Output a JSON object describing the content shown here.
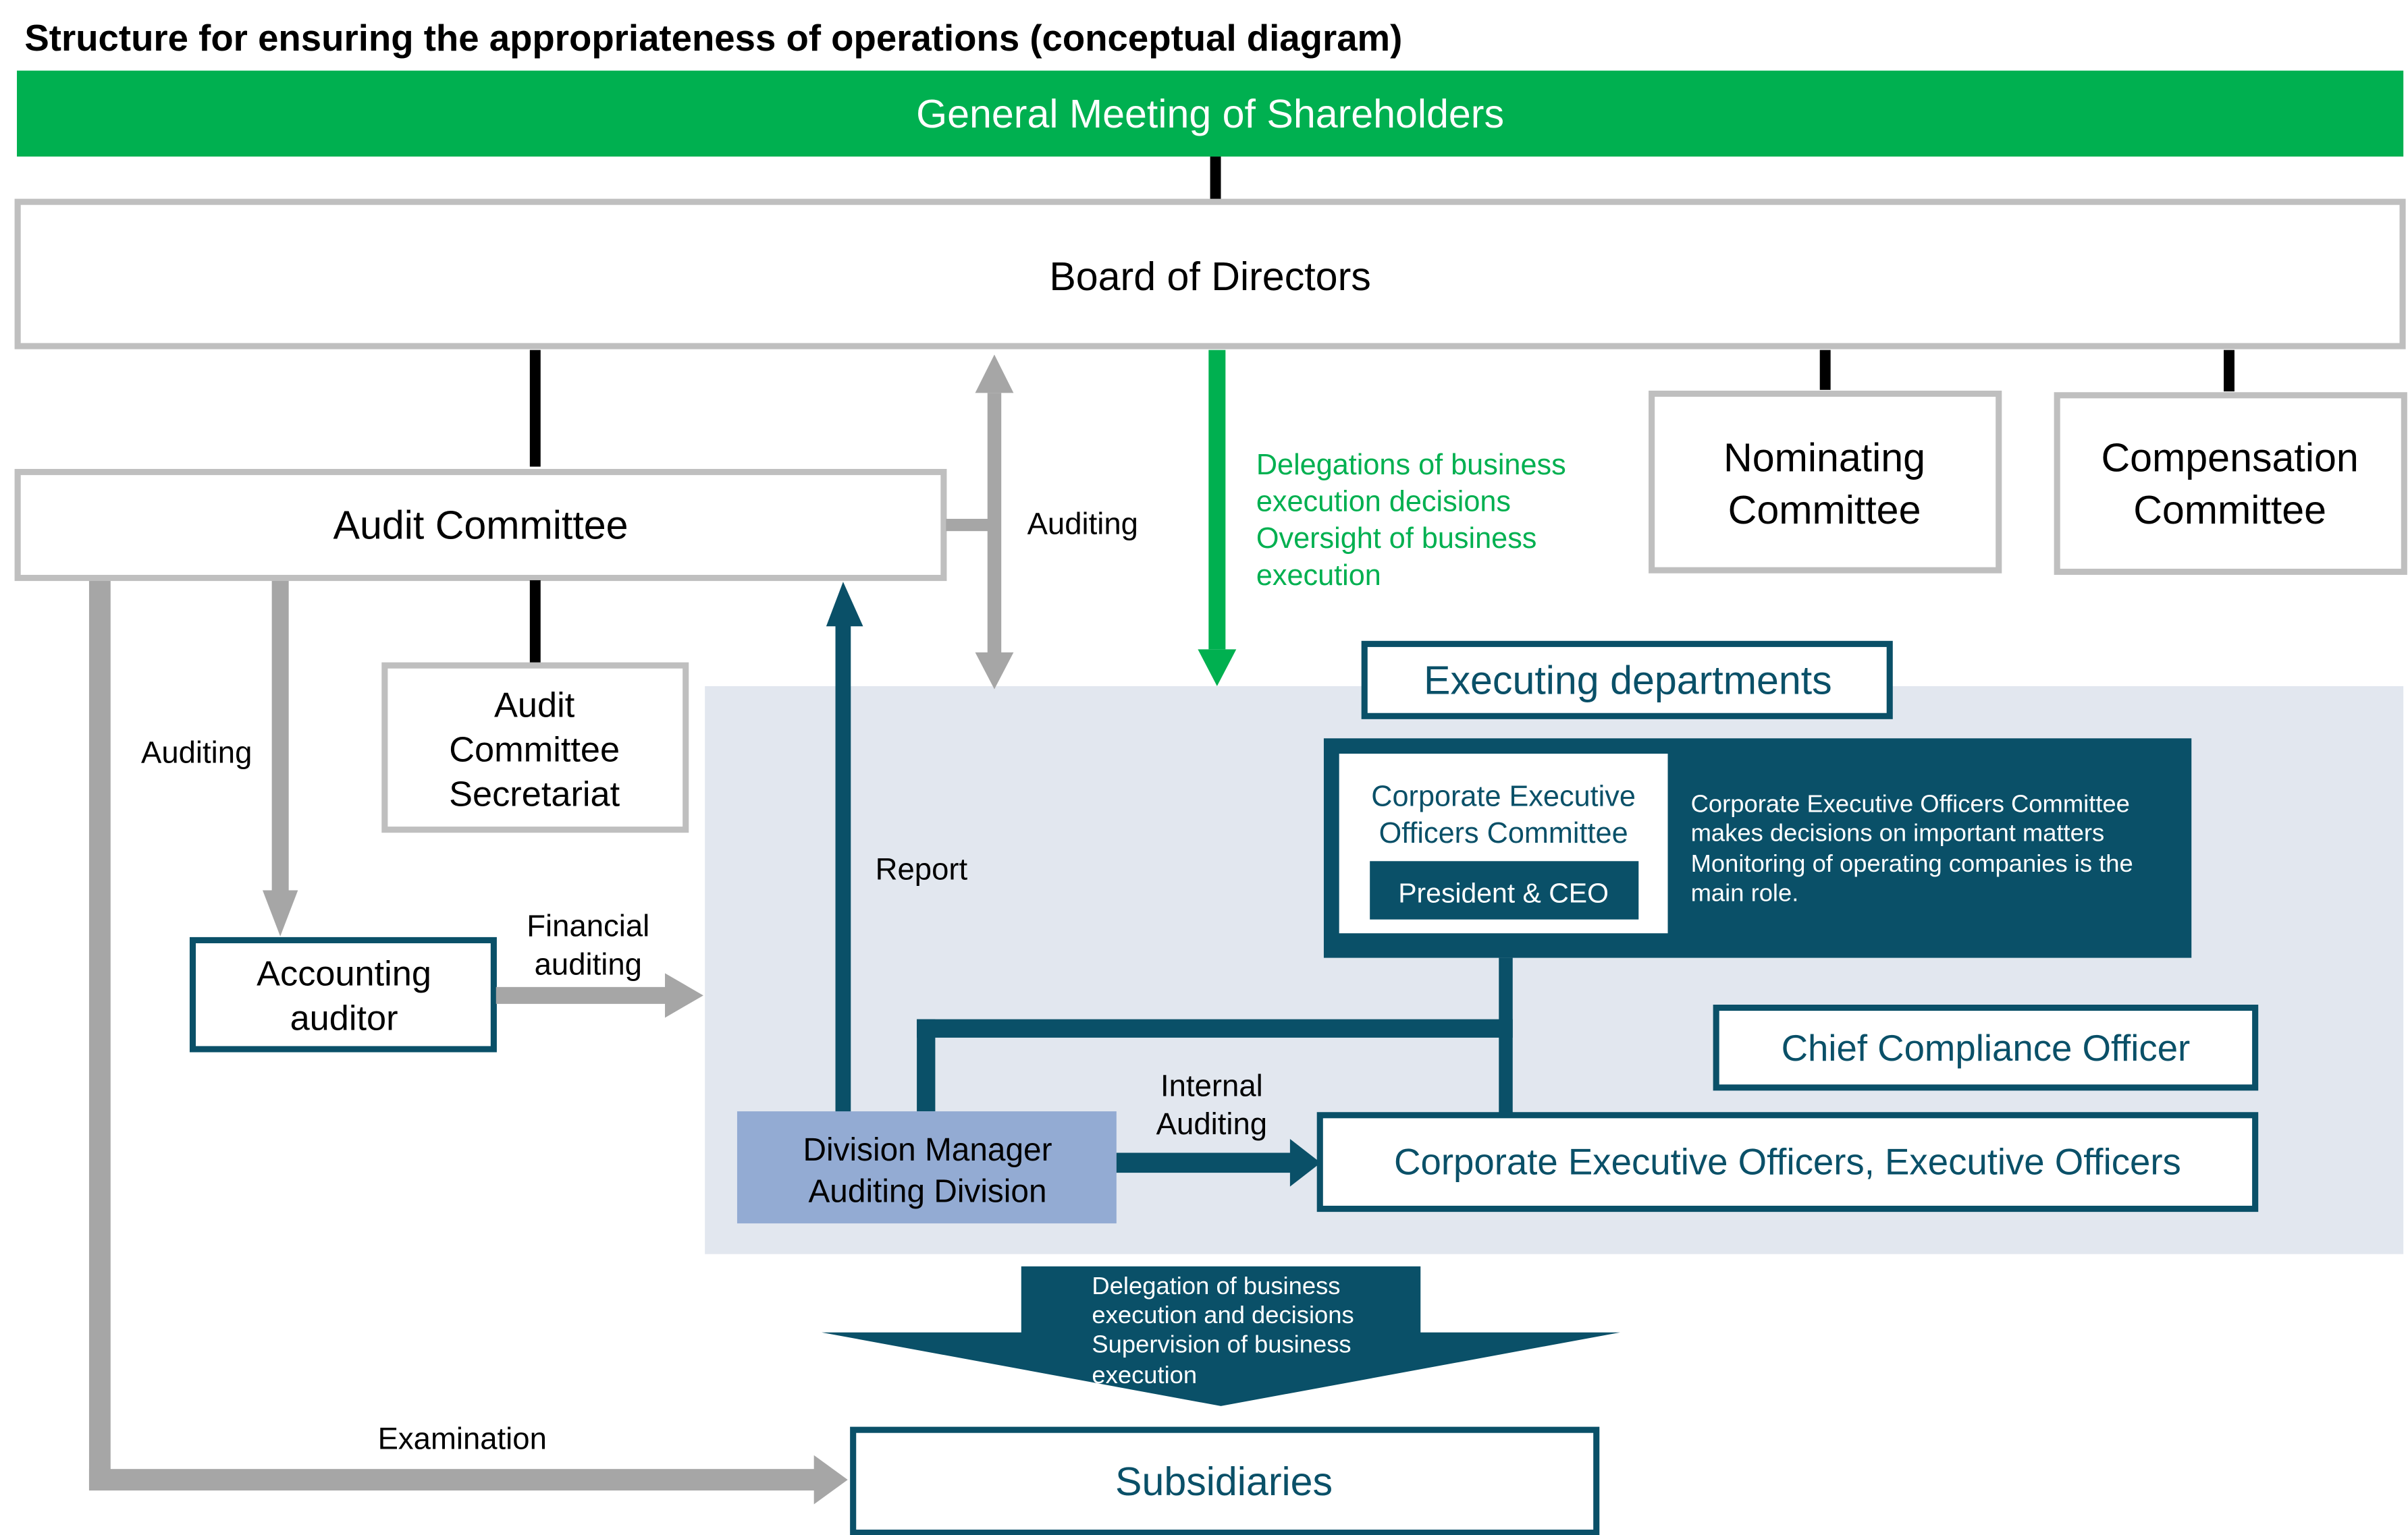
{
  "title": "Structure for ensuring the appropriateness of operations (conceptual diagram)",
  "colors": {
    "green": "#00b050",
    "teal": "#0a5068",
    "gray_border": "#bfbfbf",
    "gray_arrow": "#a6a6a6",
    "exec_bg": "#e2e7ef",
    "auditing_division": "#93abd3",
    "black": "#000000"
  },
  "nodes": {
    "shareholders": "General Meeting of Shareholders",
    "board": "Board of Directors",
    "audit_committee": "Audit Committee",
    "audit_secretariat": [
      "Audit",
      "Committee",
      "Secretariat"
    ],
    "nominating": [
      "Nominating",
      "Committee"
    ],
    "compensation": [
      "Compensation",
      "Committee"
    ],
    "accounting_auditor": [
      "Accounting",
      "auditor"
    ],
    "executing_departments": "Executing departments",
    "ceo_committee": [
      "Corporate Executive",
      "Officers Committee"
    ],
    "president": "President & CEO",
    "ceo_committee_desc": [
      "Corporate Executive Officers Committee",
      "makes decisions on important matters",
      "Monitoring of operating companies is the",
      "main role."
    ],
    "chief_compliance": "Chief Compliance Officer",
    "division_manager": [
      "Division Manager",
      "Auditing Division"
    ],
    "officers": "Corporate Executive Officers, Executive Officers",
    "subsidiaries": "Subsidiaries"
  },
  "edge_labels": {
    "board_delegation": [
      "Delegations of business",
      "execution decisions",
      "Oversight of business",
      "execution"
    ],
    "auditing_board": "Auditing",
    "auditing_left": "Auditing",
    "financial_auditing": [
      "Financial",
      "auditing"
    ],
    "report": "Report",
    "internal_auditing": [
      "Internal",
      "Auditing"
    ],
    "subsidiary_delegation": [
      "Delegation of business",
      "execution and decisions",
      "Supervision of business",
      "execution"
    ],
    "examination": "Examination"
  }
}
